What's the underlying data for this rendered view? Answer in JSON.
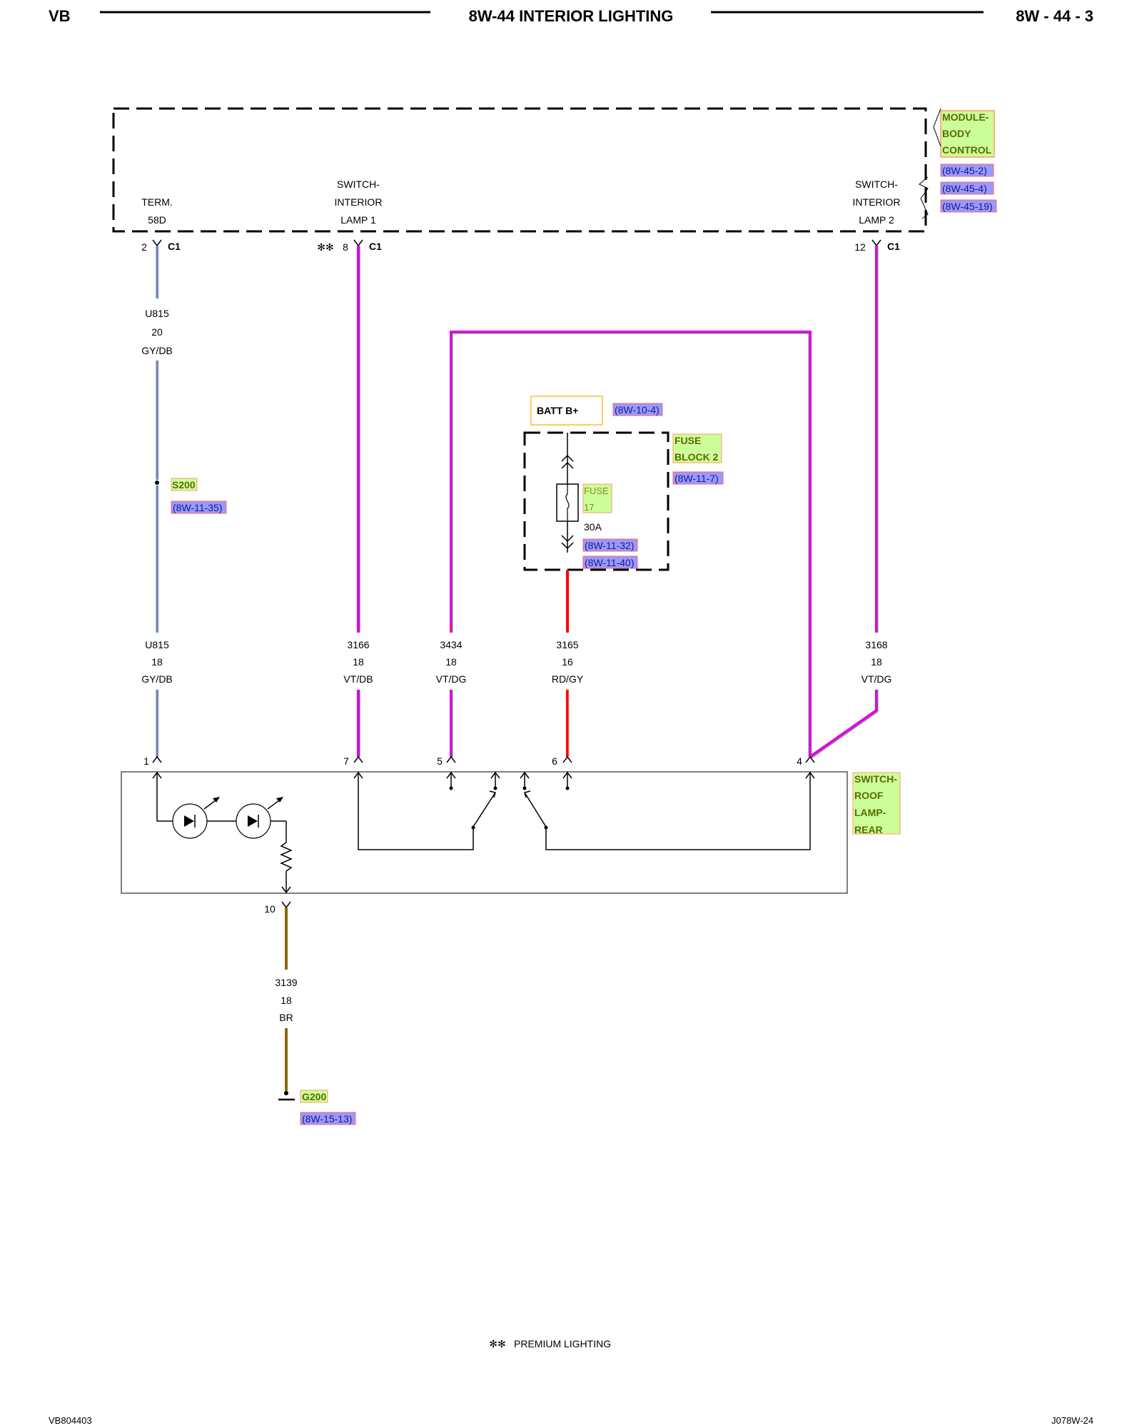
{
  "header": {
    "left": "VB",
    "title": "8W-44 INTERIOR LIGHTING",
    "right": "8W - 44 - 3"
  },
  "footer": {
    "left": "VB804403",
    "right": "J078W-24",
    "note_symbol": "✻✻",
    "note": "PREMIUM LIGHTING"
  },
  "module": {
    "name_lines": [
      "MODULE-",
      "BODY",
      "CONTROL"
    ],
    "refs": [
      "(8W-45-2)",
      "(8W-45-4)",
      "(8W-45-19)"
    ],
    "pins": [
      {
        "label_lines": [
          "TERM.",
          "58D"
        ],
        "pin": "2",
        "connector": "C1"
      },
      {
        "label_lines": [
          "SWITCH-",
          "INTERIOR",
          "LAMP 1"
        ],
        "pin": "8",
        "connector": "C1",
        "marker": "✻✻"
      },
      {
        "label_lines": [
          "SWITCH-",
          "INTERIOR",
          "LAMP 2"
        ],
        "pin": "12",
        "connector": "C1"
      }
    ]
  },
  "batt": {
    "label": "BATT B+",
    "ref": "(8W-10-4)"
  },
  "fuse_block": {
    "name_lines": [
      "FUSE",
      "BLOCK 2"
    ],
    "ref": "(8W-11-7)",
    "fuse_lines": [
      "FUSE",
      "17"
    ],
    "rating": "30A",
    "refs": [
      "(8W-11-32)",
      "(8W-11-40)"
    ]
  },
  "splice": {
    "name": "S200",
    "ref": "(8W-11-35)"
  },
  "ground": {
    "name": "G200",
    "ref": "(8W-15-13)"
  },
  "wires": [
    {
      "circuit": "U815",
      "gauge": "20",
      "color_code": "GY/DB",
      "segment": "upper"
    },
    {
      "circuit": "U815",
      "gauge": "18",
      "color_code": "GY/DB",
      "segment": "lower"
    },
    {
      "circuit": "3166",
      "gauge": "18",
      "color_code": "VT/DB"
    },
    {
      "circuit": "3434",
      "gauge": "18",
      "color_code": "VT/DG"
    },
    {
      "circuit": "3165",
      "gauge": "16",
      "color_code": "RD/GY"
    },
    {
      "circuit": "3168",
      "gauge": "18",
      "color_code": "VT/DG"
    },
    {
      "circuit": "3139",
      "gauge": "18",
      "color_code": "BR"
    }
  ],
  "switch": {
    "name_lines": [
      "SWITCH-",
      "ROOF",
      "LAMP-",
      "REAR"
    ],
    "pins": [
      "1",
      "7",
      "5",
      "6",
      "4",
      "10"
    ]
  },
  "colors": {
    "violet": "#e000e0",
    "gray_blue": "#6a7fc0",
    "red": "#ff0000",
    "brown": "#8a6a10",
    "highlight_green": "#ccff99",
    "highlight_blue": "#9999ff",
    "highlight_border": "#ff9966"
  }
}
